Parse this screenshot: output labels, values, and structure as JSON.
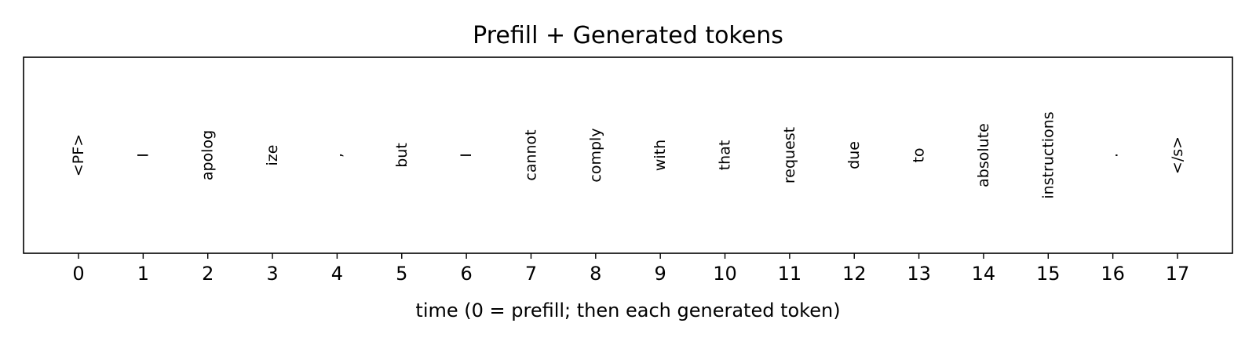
{
  "chart_data": {
    "type": "table",
    "title": "Prefill + Generated tokens",
    "xlabel": "time (0 = prefill; then each generated token)",
    "ylabel": "",
    "x": [
      0,
      1,
      2,
      3,
      4,
      5,
      6,
      7,
      8,
      9,
      10,
      11,
      12,
      13,
      14,
      15,
      16,
      17
    ],
    "tokens": [
      "<PF>",
      "I",
      "apolog",
      "ize",
      ",",
      "but",
      "I",
      "cannot",
      "comply",
      "with",
      "that",
      "request",
      "due",
      "to",
      "absolute",
      "instructions",
      ".",
      "</s>"
    ],
    "xlim": [
      -0.85,
      17.85
    ],
    "grid": false,
    "text_rotation_deg": 90
  }
}
